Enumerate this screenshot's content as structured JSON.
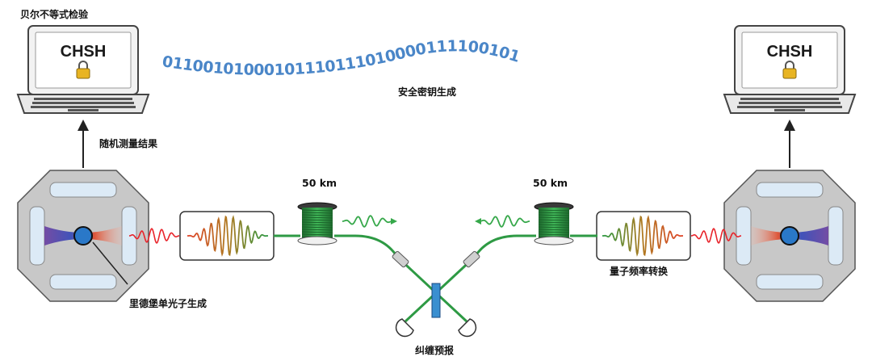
{
  "labels": {
    "bell_test": "贝尔不等式检验",
    "chsh_left": "CHSH",
    "chsh_right": "CHSH",
    "secure_key": "安全密钥生成",
    "random_results": "随机测量结果",
    "fiber_left": "50 km",
    "fiber_right": "50 km",
    "single_photon": "里德堡单光子生成",
    "freq_conversion": "量子频率转换",
    "heralding": "纠缠预报"
  },
  "bitstream": "01100101000101110111010000111100101",
  "colors": {
    "fiber": "#2e9a44",
    "photon_red": "#e8232a",
    "photon_green": "#36a84a",
    "bits": "#4a86c8",
    "chamber": "#c8c8c8",
    "mirror": "#dceaf6",
    "atom": "#2a78c8",
    "beamsplitter": "#3a8fd0"
  }
}
